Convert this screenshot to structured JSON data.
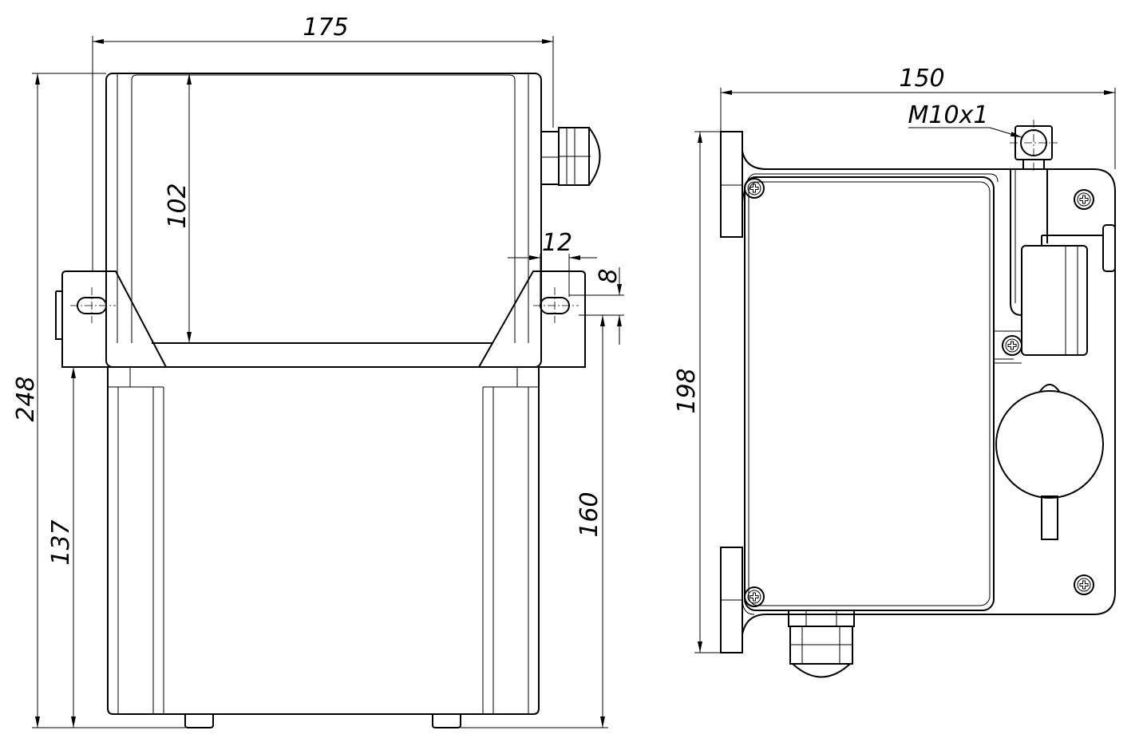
{
  "front_view": {
    "dimensions": {
      "overall_width": "175",
      "upper_height": "102",
      "flange_offset": "12",
      "slot_width": "8",
      "overall_height": "248",
      "lower_height": "137",
      "mount_to_bottom": "160"
    }
  },
  "side_view": {
    "dimensions": {
      "overall_width": "150",
      "thread": "M10x1",
      "flange_height": "198"
    }
  }
}
